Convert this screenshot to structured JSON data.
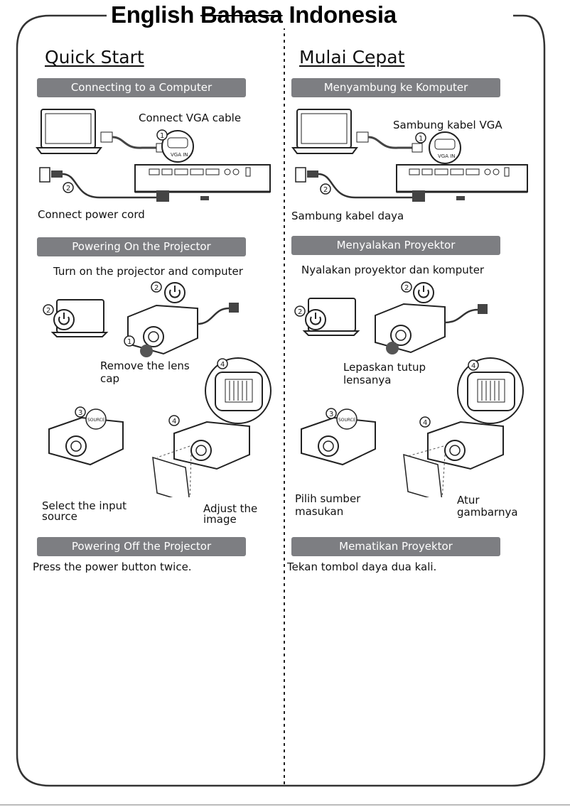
{
  "header": {
    "english": "English",
    "bahasa": "Bahasa",
    "indonesia": "Indonesia"
  },
  "left": {
    "title": "Quick Start",
    "section1": {
      "bar": "Connecting to a Computer",
      "vga_caption": "Connect VGA cable",
      "power_caption": "Connect power cord",
      "vga_port": "VGA IN"
    },
    "section2": {
      "bar": "Powering On the Projector",
      "caption": "Turn on the projector and computer",
      "lens_line1": "Remove the lens",
      "lens_line2": "cap",
      "source_line1": "Select the input",
      "source_line2": "source",
      "adjust_line1": "Adjust the",
      "adjust_line2": "image",
      "source_key": "SOURCE"
    },
    "section3": {
      "bar": "Powering Off the Projector",
      "caption": "Press the power button twice."
    }
  },
  "right": {
    "title": "Mulai Cepat",
    "section1": {
      "bar": "Menyambung ke Komputer",
      "vga_caption": "Sambung kabel VGA",
      "power_caption": "Sambung kabel daya",
      "vga_port": "VGA IN"
    },
    "section2": {
      "bar": "Menyalakan Proyektor",
      "caption": "Nyalakan proyektor dan komputer",
      "lens_line1": "Lepaskan tutup",
      "lens_line2": "lensanya",
      "source_line1": "Pilih sumber",
      "source_line2": "masukan",
      "adjust_line1": "Atur",
      "adjust_line2": "gambarnya",
      "source_key": "SOURCE"
    },
    "section3": {
      "bar": "Mematikan Proyektor",
      "caption": "Tekan tombol daya dua kali."
    }
  },
  "step_numbers": {
    "one": "1",
    "two": "2",
    "three": "3",
    "four": "4"
  },
  "colors": {
    "section_bar": "#7d7e82",
    "frame": "#333333"
  }
}
